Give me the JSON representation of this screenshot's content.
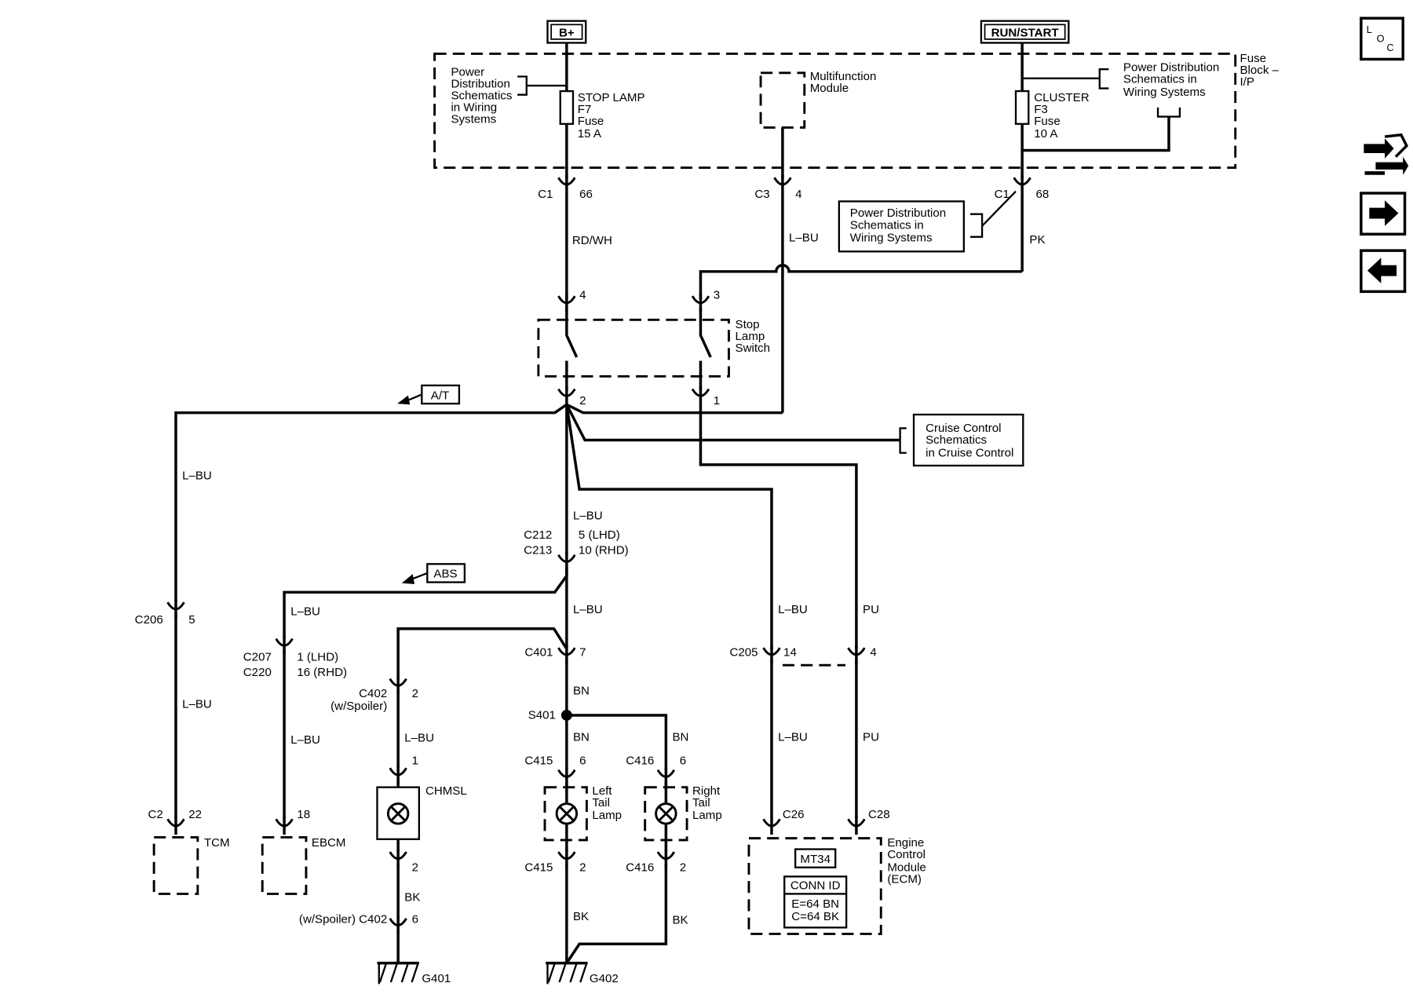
{
  "power": {
    "bplus": "B+",
    "runstart": "RUN/START"
  },
  "fuse_block": {
    "label_lines": [
      "Fuse",
      "Block –",
      "I/P"
    ]
  },
  "pd_ref": {
    "left": [
      "Power",
      "Distribution",
      "Schematics",
      "in Wiring",
      "Systems"
    ],
    "right": [
      "Power Distribution",
      "Schematics in",
      "Wiring Systems"
    ],
    "middle": [
      "Power Distribution",
      "Schematics in",
      "Wiring Systems"
    ]
  },
  "fuses": {
    "stop": [
      "STOP LAMP",
      "F7",
      "Fuse",
      "15 A"
    ],
    "cluster": [
      "CLUSTER",
      "F3",
      "Fuse",
      "10 A"
    ]
  },
  "mfm": [
    "Multifunction",
    "Module"
  ],
  "connectors": {
    "c1a": "C1",
    "c1a_pin": "66",
    "c3": "C3",
    "c3_pin": "4",
    "c1b": "C1",
    "c1b_pin": "68",
    "sls_pin4": "4",
    "sls_pin3": "3",
    "sls_pin2": "2",
    "sls_pin1": "1",
    "c206": "C206",
    "c206_pin": "5",
    "c212": "C212",
    "c213": "C213",
    "c212_pin": "5 (LHD)",
    "c213_pin": "10 (RHD)",
    "c207": "C207",
    "c220": "C220",
    "c207_pin": "1 (LHD)",
    "c220_pin": "16 (RHD)",
    "c401": "C401",
    "c401_pin": "7",
    "c402_top": "C402",
    "c402_sub": "(w/Spoiler)",
    "c402_pin": "2",
    "chmsl_pin1": "1",
    "chmsl_pin2": "2",
    "c402_bot": "(w/Spoiler) C402",
    "c402_bot_pin": "6",
    "s401": "S401",
    "c415a": "C415",
    "c415a_pin": "6",
    "c415b": "C415",
    "c415b_pin": "2",
    "c416a": "C416",
    "c416a_pin": "6",
    "c416b": "C416",
    "c416b_pin": "2",
    "c205": "C205",
    "c205_pin14": "14",
    "c205_pin4": "4",
    "c2": "C2",
    "c2_pin": "22",
    "ebcm_pin": "18",
    "c26": "C26",
    "c28": "C28"
  },
  "wires": {
    "rdwh": "RD/WH",
    "lbu_c3": "L–BU",
    "pk": "PK",
    "lbu_tcm_top": "L–BU",
    "lbu_tcm_bot": "L–BU",
    "lbu_main": "L–BU",
    "lbu_mid": "L–BU",
    "lbu_ebcm_top": "L–BU",
    "lbu_ebcm_bot": "L–BU",
    "lbu_chmsl": "L–BU",
    "bk_chmsl": "BK",
    "bn1": "BN",
    "bn2": "BN",
    "bn3": "BN",
    "bk_left": "BK",
    "bk_right": "BK",
    "lbu_ecm_top": "L–BU",
    "pu_top": "PU",
    "lbu_ecm_bot": "L–BU",
    "pu_bot": "PU"
  },
  "sls": [
    "Stop",
    "Lamp",
    "Switch"
  ],
  "at_tag": "A/T",
  "abs_tag": "ABS",
  "cruise": [
    "Cruise Control",
    "Schematics",
    "in Cruise Control"
  ],
  "components": {
    "tcm": "TCM",
    "ebcm": "EBCM",
    "chmsl": "CHMSL",
    "left_tail": [
      "Left",
      "Tail",
      "Lamp"
    ],
    "right_tail": [
      "Right",
      "Tail",
      "Lamp"
    ],
    "ecm": [
      "Engine",
      "Control",
      "Module",
      "(ECM)"
    ],
    "mt34": "MT34",
    "conn_id": "CONN ID",
    "conn_lines": [
      "E=64 BN",
      "C=64 BK"
    ]
  },
  "grounds": {
    "g401": "G401",
    "g402": "G402"
  },
  "nav": {
    "loc_l": "L",
    "loc_o": "O",
    "loc_c": "C"
  }
}
